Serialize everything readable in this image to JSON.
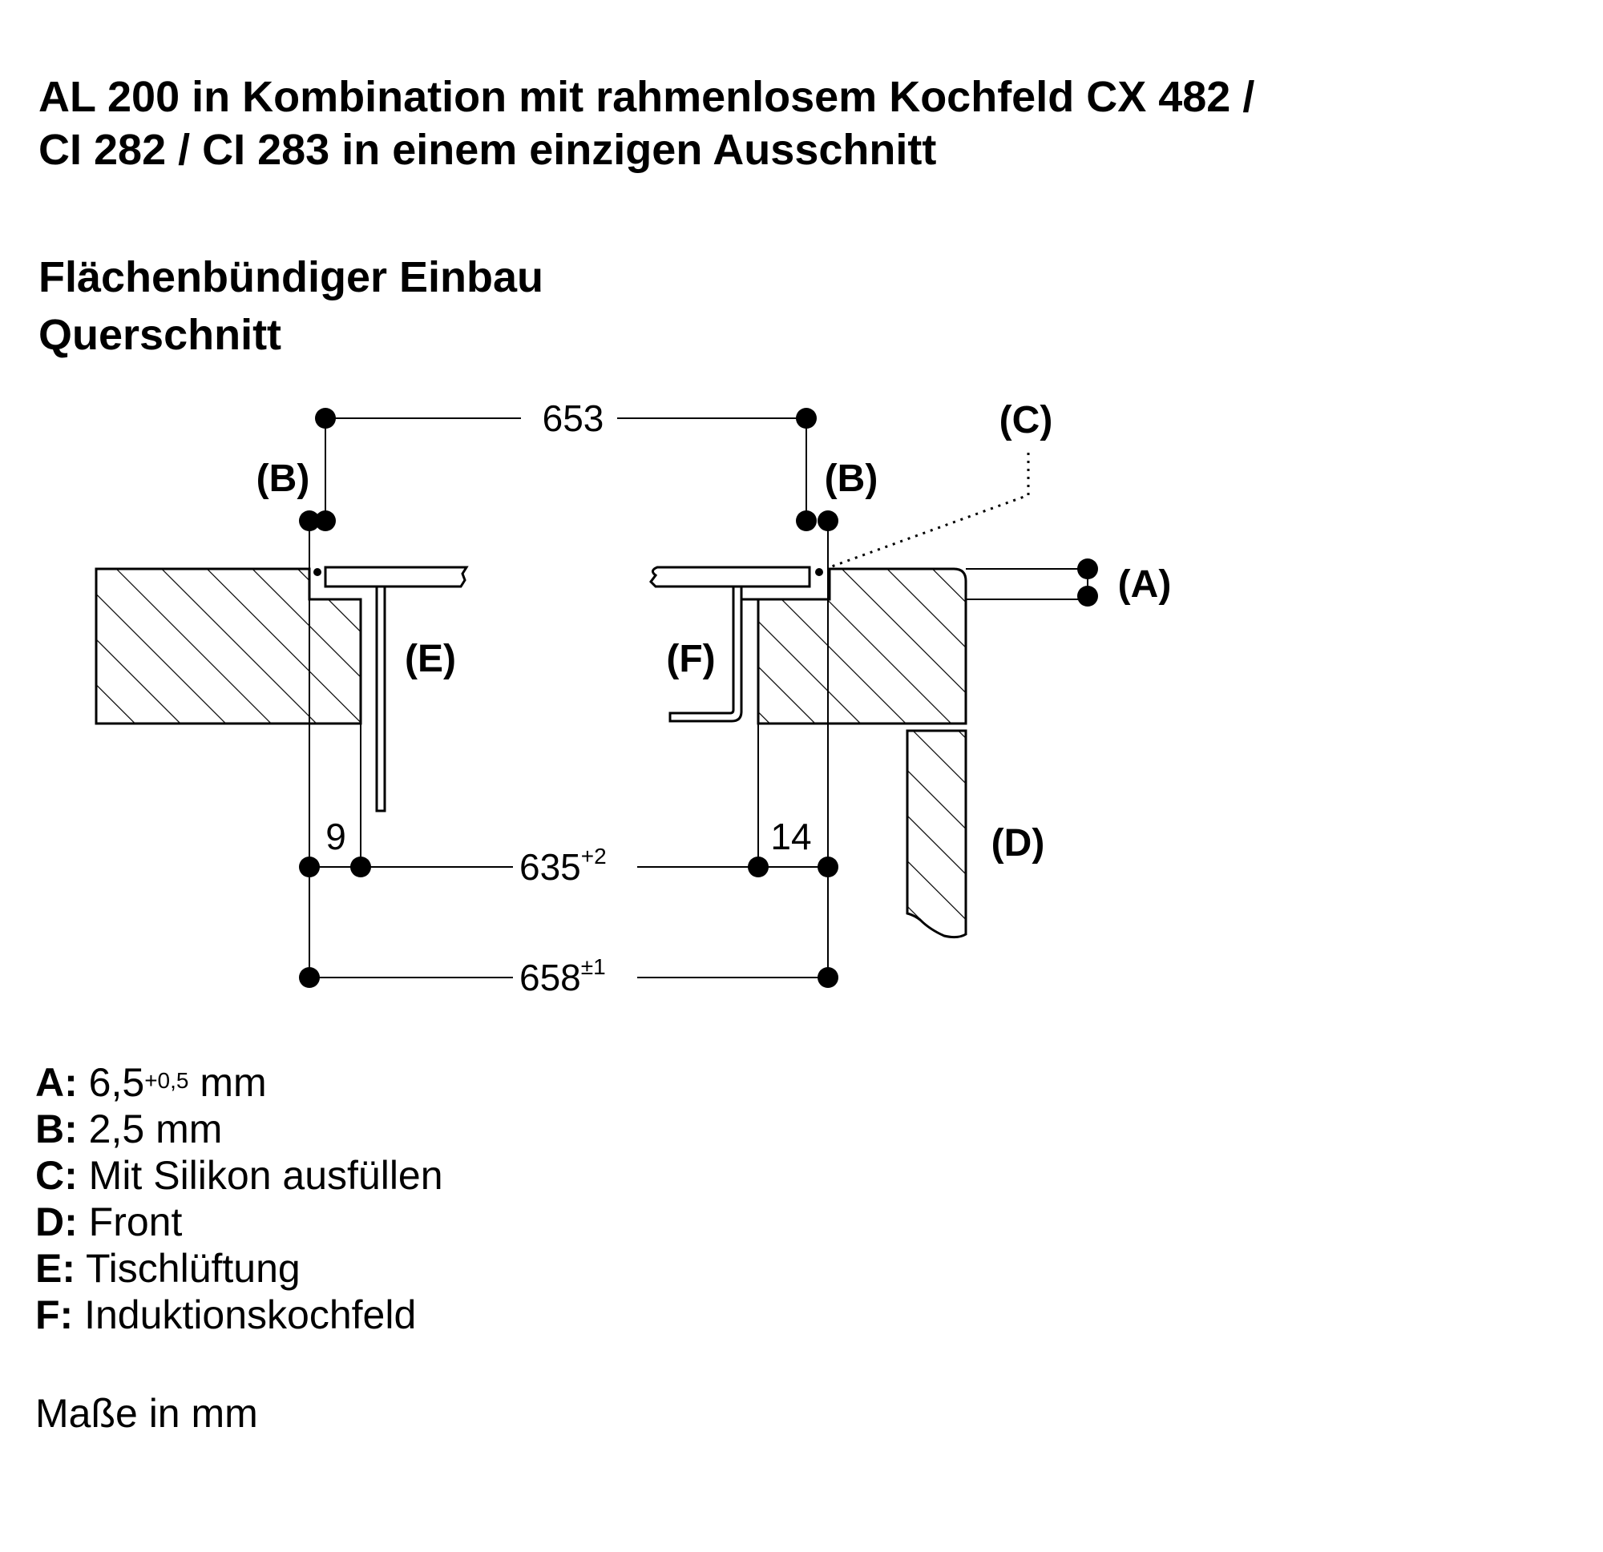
{
  "title": {
    "line1": "AL 200 in Kombination mit rahmenlosem Kochfeld CX 482 /",
    "line2": "CI 282 / CI 283 in einem einzigen Ausschnitt"
  },
  "subtitle": {
    "line1": "Flächenbündiger Einbau",
    "line2": "Querschnitt"
  },
  "diagram": {
    "dim_top": "653",
    "dim_middle": "635",
    "dim_middle_tol": "+2",
    "dim_bottom": "658",
    "dim_bottom_tol": "±1",
    "dim_left_gap": "9",
    "dim_right_gap": "14",
    "label_a": "(A)",
    "label_b_left": "(B)",
    "label_b_right": "(B)",
    "label_c": "(C)",
    "label_d": "(D)",
    "label_e": "(E)",
    "label_f": "(F)"
  },
  "legend": [
    {
      "key": "A:",
      "text": "6,5",
      "sup": "+0,5",
      "suffix": " mm"
    },
    {
      "key": "B:",
      "text": "2,5 mm"
    },
    {
      "key": "C:",
      "text": "Mit Silikon ausfüllen"
    },
    {
      "key": "D:",
      "text": "Front"
    },
    {
      "key": "E:",
      "text": "Tischlüftung"
    },
    {
      "key": "F:",
      "text": "Induktionskochfeld"
    }
  ],
  "units_note": "Maße in mm"
}
